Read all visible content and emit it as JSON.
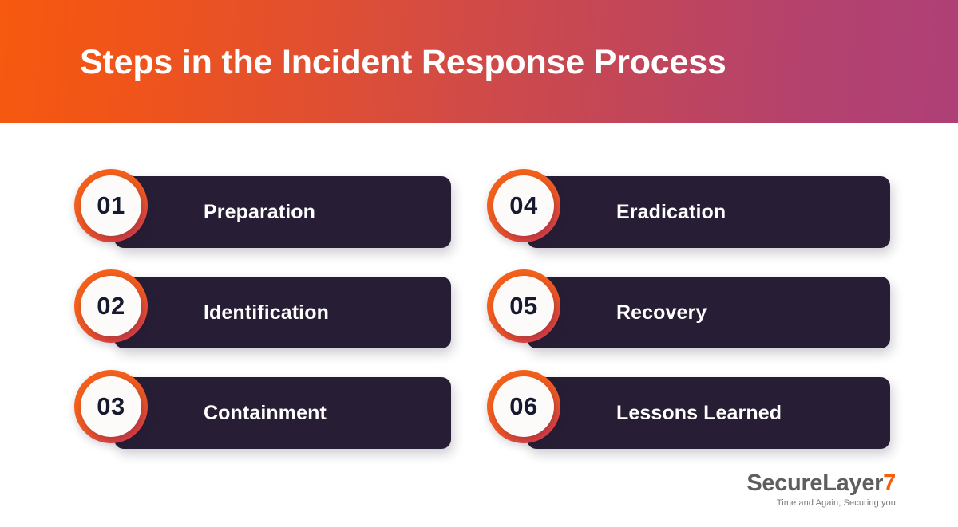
{
  "header": {
    "title": "Steps in the Incident Response Process",
    "gradient_from": "#F6590F",
    "gradient_mid": "#D04A48",
    "gradient_to": "#AE4077"
  },
  "theme": {
    "card_bg": "#271E36",
    "ring_from": "#F4601C",
    "ring_to": "#D63A50",
    "badge_bg": "#FDFBFA",
    "number_color": "#161A2E",
    "label_color": "#FFFFFF",
    "page_bg": "#FFFFFF"
  },
  "steps": [
    {
      "number": "01",
      "label": "Preparation"
    },
    {
      "number": "02",
      "label": "Identification"
    },
    {
      "number": "03",
      "label": "Containment"
    },
    {
      "number": "04",
      "label": "Eradication"
    },
    {
      "number": "05",
      "label": "Recovery"
    },
    {
      "number": "06",
      "label": "Lessons Learned"
    }
  ],
  "logo": {
    "name": "SecureLayer",
    "seven": "7",
    "tagline": "Time and Again, Securing you",
    "name_color": "#5E5E5E",
    "seven_color": "#F4600F"
  }
}
